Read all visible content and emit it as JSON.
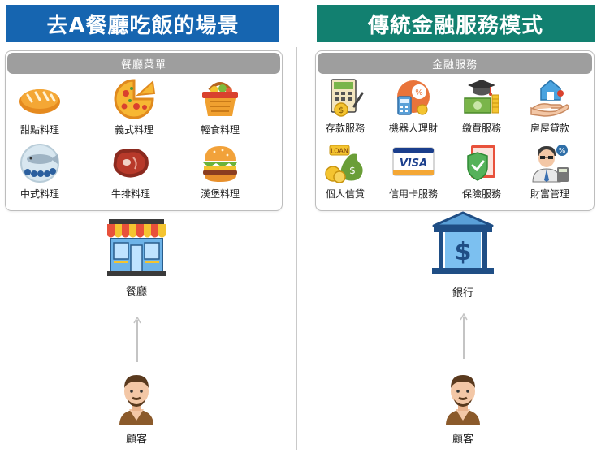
{
  "left": {
    "title": "去A餐廳吃飯的場景",
    "menu_header": "餐廳菜單",
    "items": [
      {
        "label": "甜點料理",
        "icon": "bread-icon"
      },
      {
        "label": "義式料理",
        "icon": "pizza-icon"
      },
      {
        "label": "輕食料理",
        "icon": "basket-icon"
      },
      {
        "label": "中式料理",
        "icon": "fish-plate-icon"
      },
      {
        "label": "牛排料理",
        "icon": "steak-icon"
      },
      {
        "label": "漢堡料理",
        "icon": "burger-icon"
      }
    ],
    "place_label": "餐廳",
    "person_label": "顧客"
  },
  "right": {
    "title": "傳統金融服務模式",
    "menu_header": "金融服務",
    "items": [
      {
        "label": "存款服務",
        "icon": "deposit-icon"
      },
      {
        "label": "機器人理財",
        "icon": "robo-advisor-icon"
      },
      {
        "label": "繳費服務",
        "icon": "payment-icon"
      },
      {
        "label": "房屋貸款",
        "icon": "mortgage-icon"
      },
      {
        "label": "個人信貸",
        "icon": "loan-bag-icon",
        "badge": "LOAN"
      },
      {
        "label": "信用卡服務",
        "icon": "credit-card-icon",
        "badge": "VISA"
      },
      {
        "label": "保險服務",
        "icon": "insurance-icon"
      },
      {
        "label": "財富管理",
        "icon": "wealth-manager-icon"
      }
    ],
    "place_label": "銀行",
    "person_label": "顧客"
  },
  "colors": {
    "left_banner": "#1665b0",
    "right_banner": "#128070",
    "panel_header": "#9e9e9e"
  }
}
